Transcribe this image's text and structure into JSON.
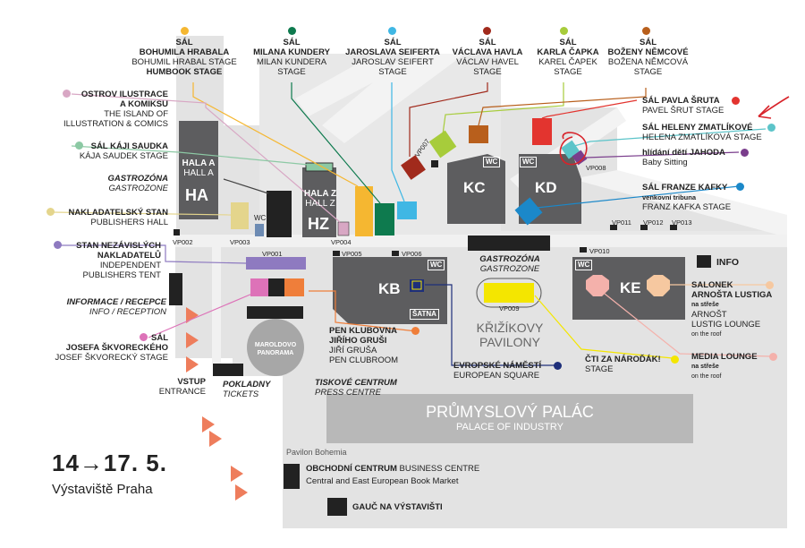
{
  "stages": {
    "hrabal": {
      "title1": "SÁL",
      "title2": "BOHUMILA HRABALA",
      "sub": "BOHUMIL HRABAL STAGE",
      "extra": "HUMBOOK STAGE",
      "color": "#f5b731"
    },
    "kundera": {
      "title1": "SÁL",
      "title2": "MILANA KUNDERY",
      "sub1": "MILAN KUNDERA",
      "sub2": "STAGE",
      "color": "#0e7a4e"
    },
    "seifert": {
      "title1": "SÁL",
      "title2": "JAROSLAVA SEIFERTA",
      "sub1": "JAROSLAV SEIFERT",
      "sub2": "STAGE",
      "color": "#3fb7e4"
    },
    "havel": {
      "title1": "SÁL",
      "title2": "VÁCLAVA HAVLA",
      "sub1": "VÁCLAV HAVEL",
      "sub2": "STAGE",
      "color": "#a12a1c"
    },
    "capek": {
      "title1": "SÁL",
      "title2": "KARLA ČAPKA",
      "sub1": "KAREL ČAPEK",
      "sub2": "STAGE",
      "color": "#a7cc3b"
    },
    "nemcova": {
      "title1": "SÁL",
      "title2": "BOŽENY NĚMCOVÉ",
      "sub1": "BOŽENA NĚMCOVÁ",
      "sub2": "STAGE",
      "color": "#b85f1c"
    },
    "srut": {
      "title": "SÁL PAVLA ŠRUTA",
      "sub": "PAVEL ŠRUT STAGE",
      "color": "#e3342f"
    },
    "zmatlikova": {
      "title": "SÁL HELENY ZMATLÍKOVÉ",
      "sub": "HELENA ZMATLÍKOVÁ STAGE",
      "color": "#5cc4c9"
    },
    "jahoda": {
      "title": "hlídání dětí JAHODA",
      "sub": "Baby Sitting",
      "color": "#7a3d8c"
    },
    "kafka": {
      "title": "SÁL FRANZE KAFKY",
      "sub1": "venkovní tribuna",
      "sub2": "FRANZ KAFKA STAGE",
      "color": "#1b88c9"
    },
    "ostrov": {
      "title1": "OSTROV ILUSTRACE",
      "title2": "A KOMIKSU",
      "sub1": "THE ISLAND OF",
      "sub2": "ILLUSTRATION & COMICS",
      "color": "#d8a7c4"
    },
    "saudek": {
      "title": "SÁL KÁJI SAUDKA",
      "sub": "KÁJA SAUDEK STAGE",
      "color": "#8cc9a4"
    },
    "gastro1": {
      "title": "GASTROZÓNA",
      "sub": "GASTROZONE"
    },
    "nakladatelsky": {
      "title": "NAKLADATELSKÝ STAN",
      "sub": "PUBLISHERS HALL",
      "color": "#e4d58c"
    },
    "nezavisli": {
      "title1": "STAN NEZÁVISLÝCH",
      "title2": "NAKLADATELŮ",
      "sub1": "INDEPENDENT",
      "sub2": "PUBLISHERS TENT",
      "color": "#8e7ac0"
    },
    "info_recepce": {
      "title": "INFORMACE / RECEPCE",
      "sub": "INFO / RECEPTION"
    },
    "skvorecky": {
      "title1": "SÁL",
      "title2": "JOSEFA ŠKVORECKÉHO",
      "sub": "JOSEF ŠKVORECKÝ STAGE",
      "color": "#dd72b8"
    },
    "vstup": {
      "title": "VSTUP",
      "sub": "ENTRANCE"
    },
    "pokladny": {
      "title": "POKLADNY",
      "sub": "TICKETS"
    },
    "tiskove": {
      "title": "TISKOVÉ CENTRUM",
      "sub": "PRESS CENTRE"
    },
    "klubovna": {
      "title1": "PEN KLUBOVNA",
      "title2": "JIŘÍHO GRUŠI",
      "sub1": "JIŘÍ GRUŠA",
      "sub2": "PEN CLUBROOM",
      "color": "#ef7e3a"
    },
    "evropske": {
      "title": "EVROPSKÉ NÁMĚSTÍ",
      "sub": "EUROPEAN SQUARE",
      "color": "#1e2f7a"
    },
    "gastro2": {
      "title": "GASTROZÓNA",
      "sub": "GASTROZONE"
    },
    "krizik": {
      "line1": "KŘIŽÍKOVY",
      "line2": "PAVILONY"
    },
    "cti": {
      "title": "ČTI ZA NÁROĎÁK!",
      "sub": "STAGE",
      "color": "#f4e600"
    },
    "info": {
      "title": "INFO"
    },
    "salonek": {
      "title1": "SALONEK",
      "title2": "ARNOŠTA LUSTIGA",
      "note": "na střeše",
      "sub1": "ARNOŠT",
      "sub2": "LUSTIG LOUNGE",
      "note2": "on the roof",
      "color": "#f6c8a0"
    },
    "media": {
      "title": "MEDIA LOUNGE",
      "note": "na střeše",
      "note2": "on the roof",
      "color": "#f4b1ab"
    }
  },
  "halls": {
    "ha": {
      "name1": "HALA A",
      "name2": "HALL A",
      "code": "HA"
    },
    "hz": {
      "name1": "HALA Z",
      "name2": "HALL Z",
      "code": "HZ"
    },
    "kc": {
      "code": "KC"
    },
    "kd": {
      "code": "KD"
    },
    "kb": {
      "code": "KB"
    },
    "ke": {
      "code": "KE"
    },
    "wc": "WC",
    "satna": "ŠATNA",
    "maroldovo1": "MAROLDOVO",
    "maroldovo2": "PANORAMA"
  },
  "vp": [
    "VP001",
    "VP002",
    "VP003",
    "VP004",
    "VP005",
    "VP006",
    "VP007",
    "VP008",
    "VP009",
    "VP010",
    "VP011",
    "VP012",
    "VP013"
  ],
  "palace": {
    "title": "PRŮMYSLOVÝ PALÁC",
    "sub": "PALACE OF INDUSTRY"
  },
  "bohemia": {
    "label": "Pavilon Bohemia",
    "centre_title": "OBCHODNÍ CENTRUM",
    "centre_en": "BUSINESS CENTRE",
    "centre_sub": "Central and East European Book Market",
    "gauc": "GAUČ NA VÝSTAVIŠTI"
  },
  "event": {
    "dates_from": "14",
    "dates_to": "17. 5.",
    "arrow": "→",
    "venue": "Výstaviště Praha"
  },
  "colors": {
    "ground": "#e3e3e3",
    "building": "#5d5d5f",
    "road": "#f1f1f1",
    "annotation": "#d8232a",
    "triangle": "#ee7d5c"
  }
}
